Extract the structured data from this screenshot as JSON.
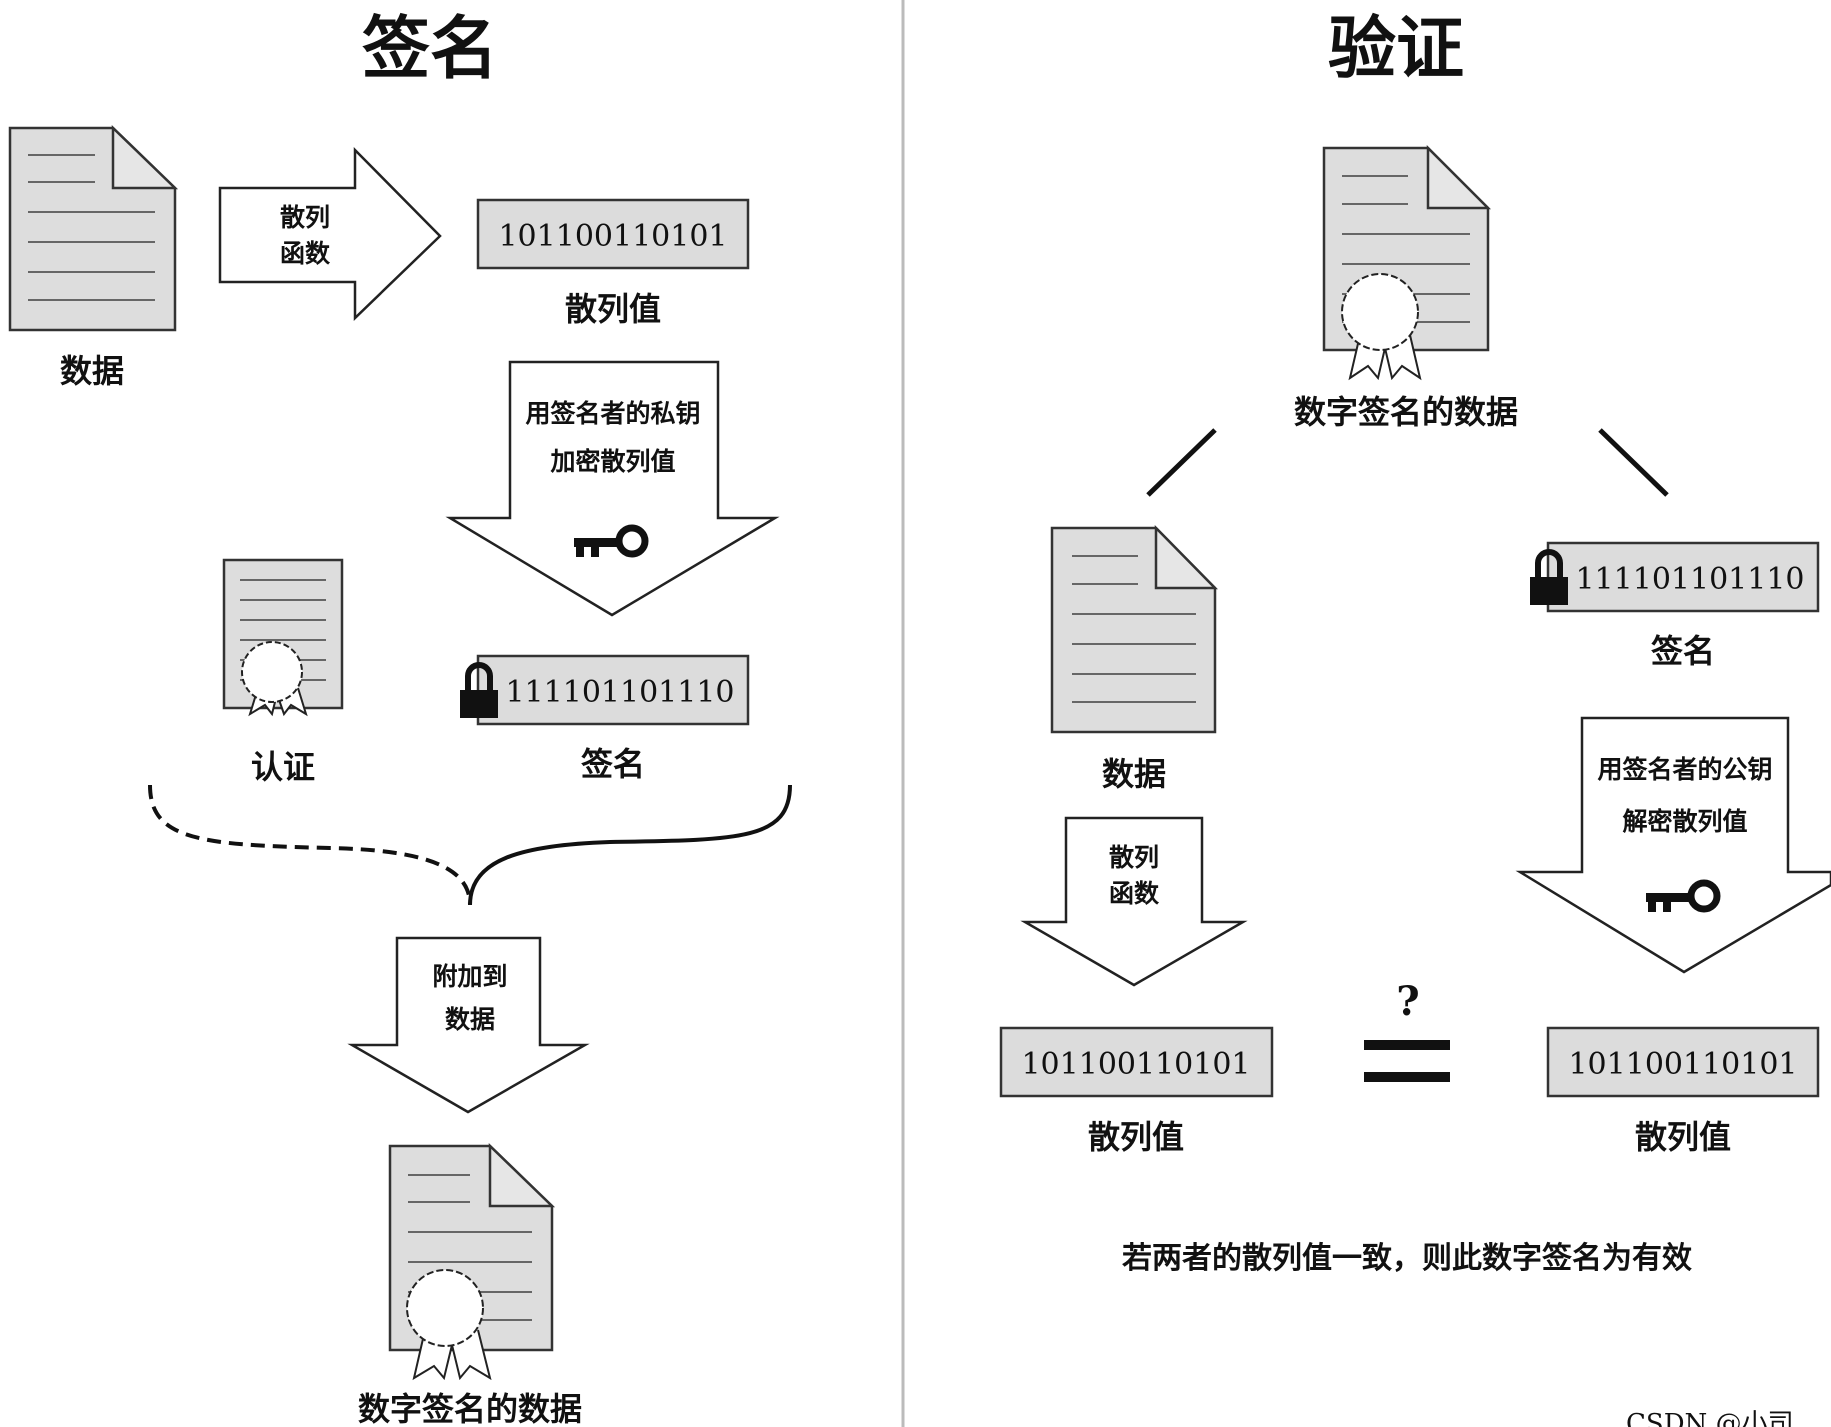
{
  "sign": {
    "title": "签名",
    "data_label": "数据",
    "hash_function": [
      "散列",
      "函数"
    ],
    "hash_value": "101100110101",
    "hash_label": "散列值",
    "encrypt_step": [
      "用签名者的私钥",
      "加密散列值"
    ],
    "signature_value": "111101101110",
    "signature_label": "签名",
    "certificate_label": "认证",
    "attach_step": [
      "附加到",
      "数据"
    ],
    "signed_data_label": "数字签名的数据"
  },
  "verify": {
    "title": "验证",
    "signed_data_label": "数字签名的数据",
    "data_label": "数据",
    "signature_value": "111101101110",
    "signature_label": "签名",
    "hash_function": [
      "散列",
      "函数"
    ],
    "decrypt_step": [
      "用签名者的公钥",
      "解密散列值"
    ],
    "hash_value_left": "101100110101",
    "hash_value_right": "101100110101",
    "hash_label_left": "散列值",
    "hash_label_right": "散列值",
    "question_mark": "?",
    "conclusion": "若两者的散列值一致，则此数字签名为有效"
  },
  "watermark": "CSDN @小司",
  "icons": [
    "document-icon",
    "certificate-seal-icon",
    "key-icon",
    "lock-icon",
    "equals-icon"
  ]
}
